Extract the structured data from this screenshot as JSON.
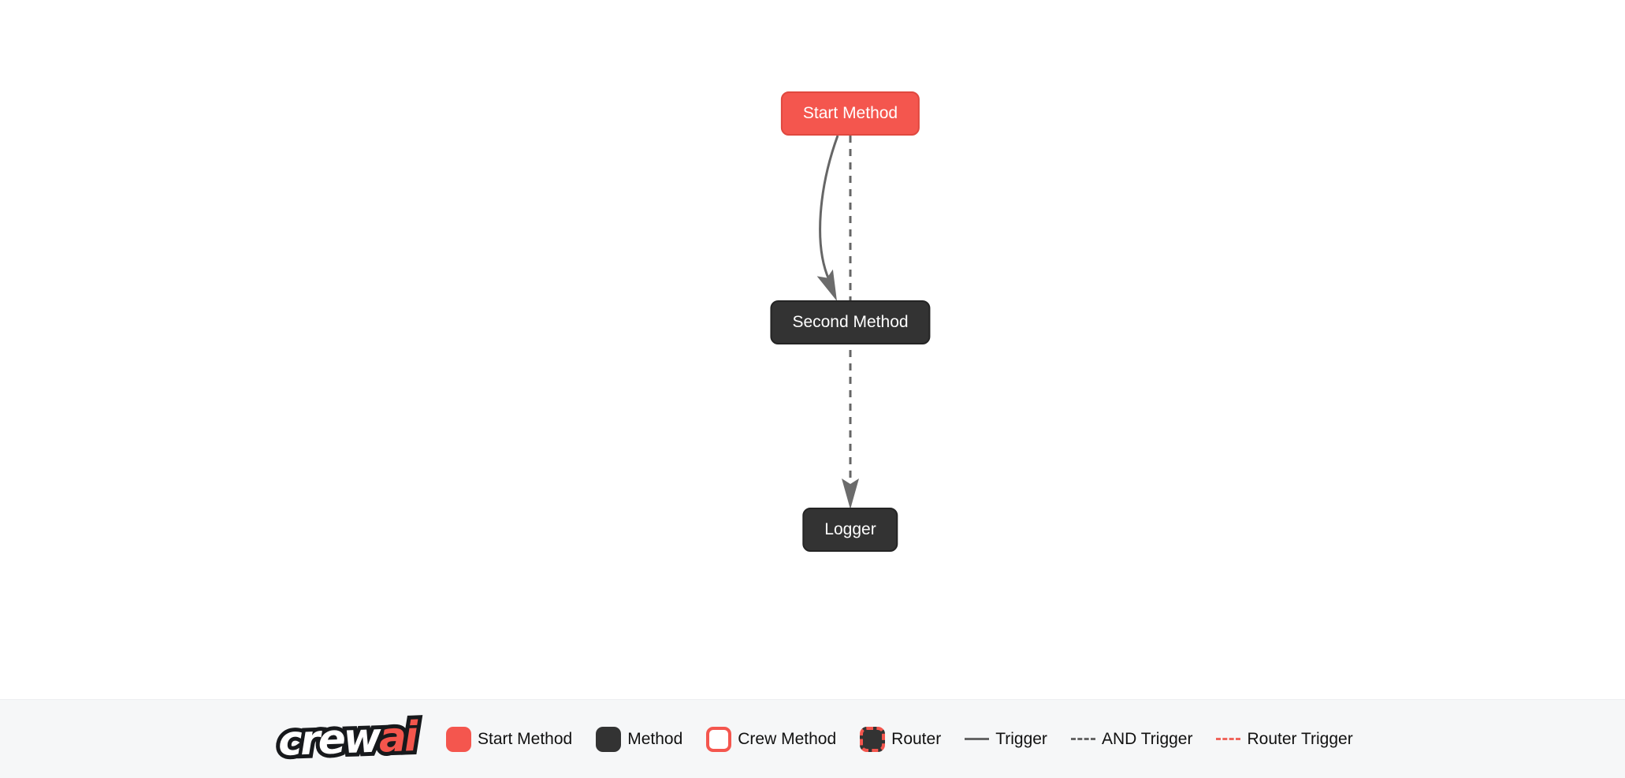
{
  "flow": {
    "nodes": [
      {
        "id": "start",
        "label": "Start Method",
        "type": "start-method"
      },
      {
        "id": "second",
        "label": "Second Method",
        "type": "method"
      },
      {
        "id": "logger",
        "label": "Logger",
        "type": "method"
      }
    ],
    "edges": [
      {
        "from": "start",
        "to": "second",
        "kind": "trigger",
        "style": "solid curved gray arrow"
      },
      {
        "from": "start",
        "to": "logger",
        "kind": "and-trigger",
        "style": "dashed straight gray arrow"
      }
    ]
  },
  "colors": {
    "start_fill": "#F4564E",
    "start_border": "#E0483F",
    "method_fill": "#333333",
    "method_border": "#242424",
    "edge_gray": "#666666",
    "router_trigger_red": "#EF655C",
    "footer_bg": "#F6F7F8",
    "canvas_bg": "#FFFFFF",
    "legend_text": "#111111"
  },
  "legend": {
    "logo": {
      "white_part": "crew",
      "red_part": "ai"
    },
    "items": [
      {
        "label": "Start Method",
        "swatch": "box-red"
      },
      {
        "label": "Method",
        "swatch": "box-dark"
      },
      {
        "label": "Crew Method",
        "swatch": "box-white-red-border"
      },
      {
        "label": "Router",
        "swatch": "box-dark-red-dashed"
      },
      {
        "label": "Trigger",
        "swatch": "line-solid-gray"
      },
      {
        "label": "AND Trigger",
        "swatch": "line-dashed-gray"
      },
      {
        "label": "Router Trigger",
        "swatch": "line-dashed-red"
      }
    ]
  }
}
